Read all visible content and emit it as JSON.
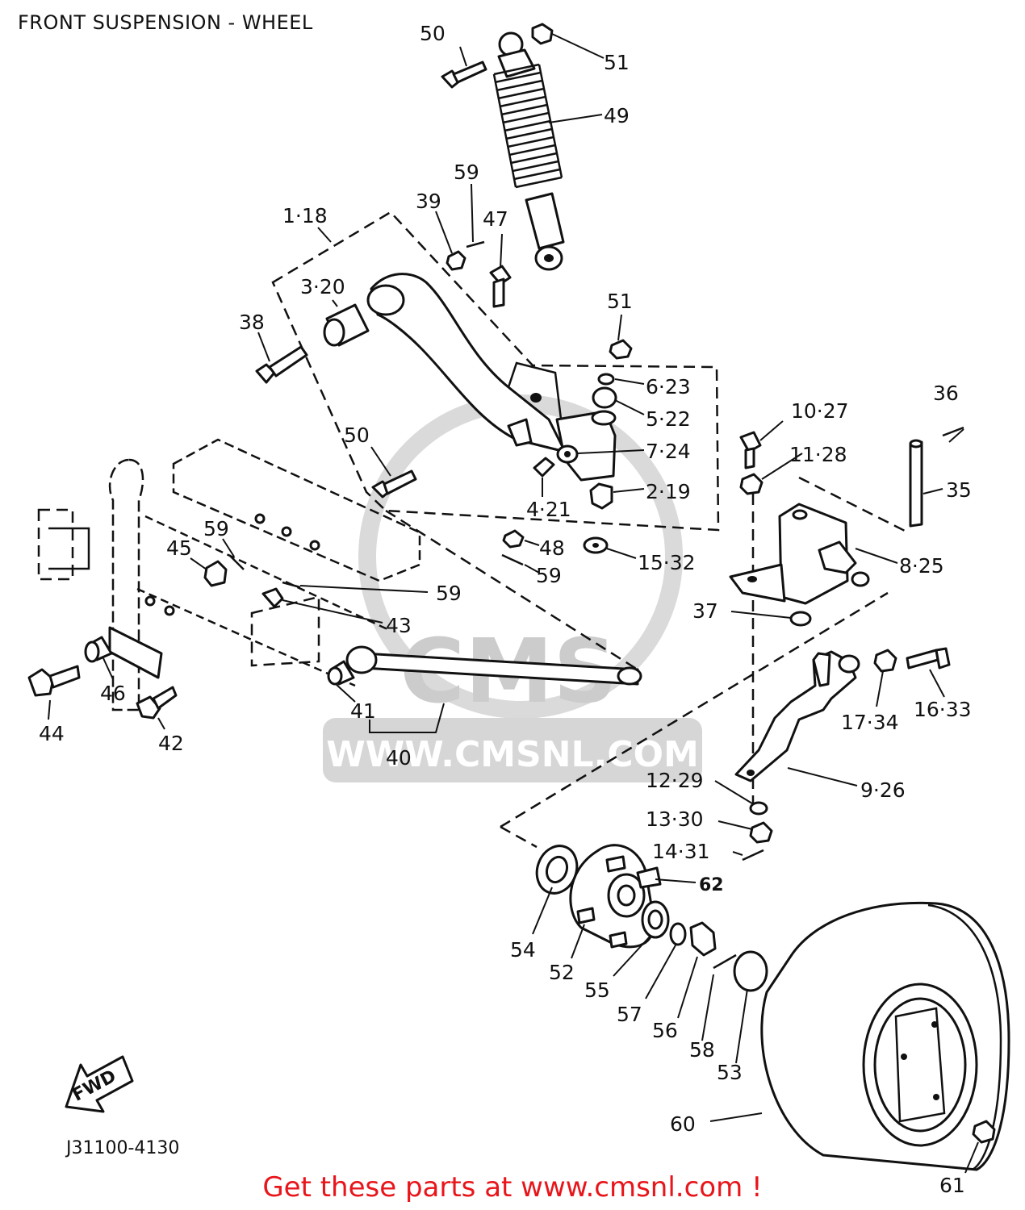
{
  "title": "FRONT SUSPENSION - WHEEL",
  "drawing_number": "J31100-4130",
  "direction_label": "FWD",
  "footer": "Get these parts at www.cmsnl.com !",
  "watermark": {
    "brand": "CMS",
    "url": "WWW.CMSNL.COM"
  },
  "colors": {
    "footer": "#e8151b",
    "ink": "#111111",
    "watermark": "#c8c8c8"
  },
  "callouts": {
    "c50a": "50",
    "c51a": "51",
    "c49": "49",
    "c59a": "59",
    "c39": "39",
    "c47": "47",
    "c118": "1·18",
    "c320": "3·20",
    "c38": "38",
    "c51b": "51",
    "c623": "6·23",
    "c522": "5·22",
    "c724": "7·24",
    "c219": "2·19",
    "c50b": "50",
    "c421": "4·21",
    "c48": "48",
    "c59b": "59",
    "c1532": "15·32",
    "c59c": "59",
    "c45": "45",
    "c59d": "59",
    "c43": "43",
    "c1027": "10·27",
    "c1128": "11·28",
    "c36": "36",
    "c35": "35",
    "c825": "8·25",
    "c37": "37",
    "c44": "44",
    "c46": "46",
    "c42": "42",
    "c41": "41",
    "c40": "40",
    "c1734": "17·34",
    "c1633": "16·33",
    "c926": "9·26",
    "c1229": "12·29",
    "c1330": "13·30",
    "c1431": "14·31",
    "c62": "62",
    "c54": "54",
    "c52": "52",
    "c55": "55",
    "c57": "57",
    "c56": "56",
    "c58": "58",
    "c53": "53",
    "c60": "60",
    "c61": "61"
  }
}
